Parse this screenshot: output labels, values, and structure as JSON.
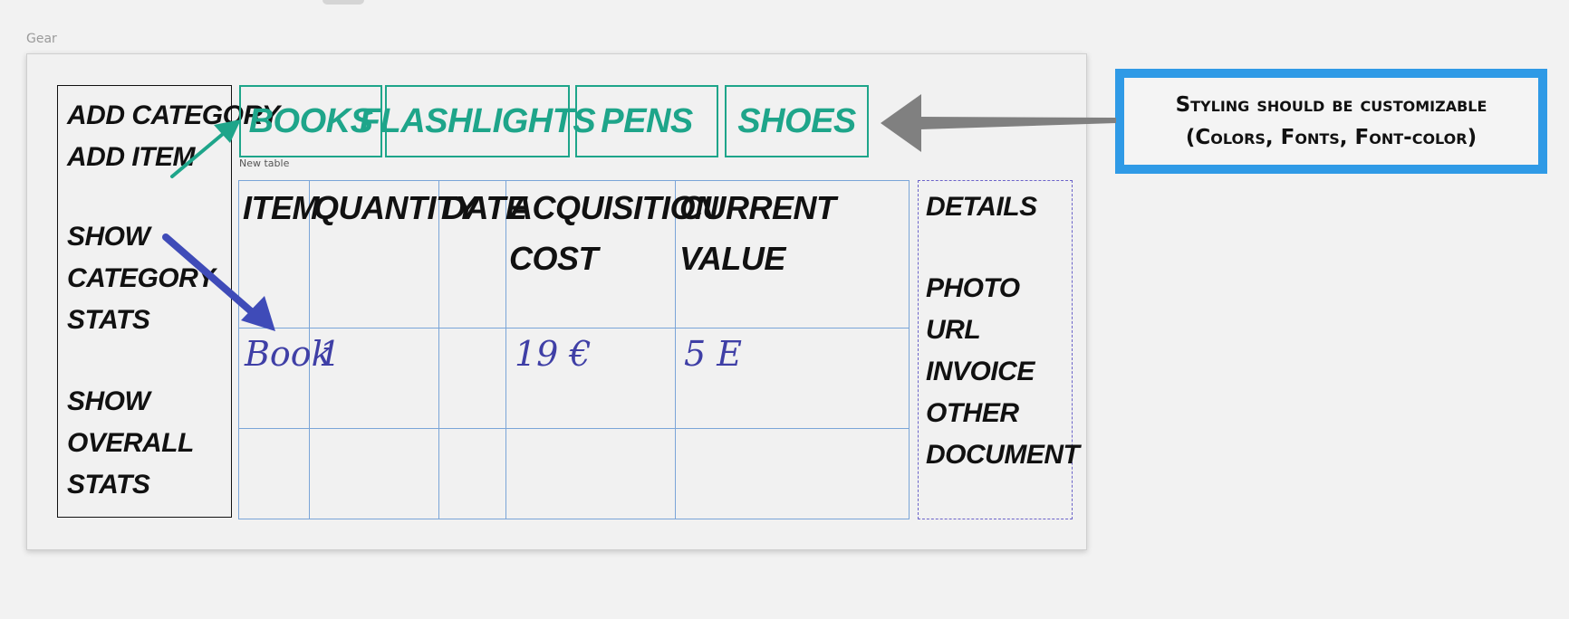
{
  "frame": {
    "label": "Gear"
  },
  "sidebar": {
    "items": [
      [
        "ADD CATEGORY"
      ],
      [
        "ADD ITEM"
      ],
      [
        "SHOW",
        "CATEGORY",
        "STATS"
      ],
      [
        "SHOW",
        "OVERALL",
        "STATS"
      ]
    ]
  },
  "categories": {
    "tabs": [
      "BOOKS",
      "FLASHLIGHTS",
      "PENS",
      "SHOES"
    ],
    "color": "#1ea58a"
  },
  "table": {
    "caption": "New table",
    "headers": [
      "ITEM",
      "QUANTITY",
      "DATE",
      "ACQUISITION COST",
      "CURRENT VALUE"
    ],
    "rows": [
      [
        "Book",
        "1",
        "",
        "19 €",
        "5 E"
      ],
      [
        "",
        "",
        "",
        "",
        ""
      ]
    ],
    "grid_color": "#7aa5d8"
  },
  "details": {
    "title": "DETAILS",
    "items": [
      "PHOTO",
      "URL",
      "INVOICE",
      "OTHER",
      "DOCUMENT"
    ]
  },
  "callout": {
    "line1": "Styling should be customizable",
    "line2": "(Colors, Fonts, Font-color)",
    "border_color": "#2f9ae6"
  },
  "annotations": {
    "green_arrow_color": "#1ea58a",
    "blue_arrow_color": "#3f4bb8",
    "gray_arrow_color": "#808080"
  }
}
